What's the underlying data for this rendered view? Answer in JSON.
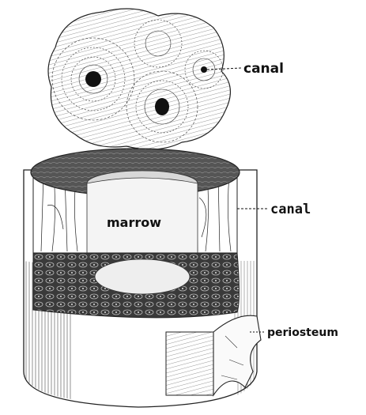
{
  "figure": {
    "subject": "bone structure illustration",
    "labels": {
      "canal_top": "canal",
      "canal_mid": "canal",
      "marrow": "marrow",
      "periosteum": "periosteum"
    }
  }
}
